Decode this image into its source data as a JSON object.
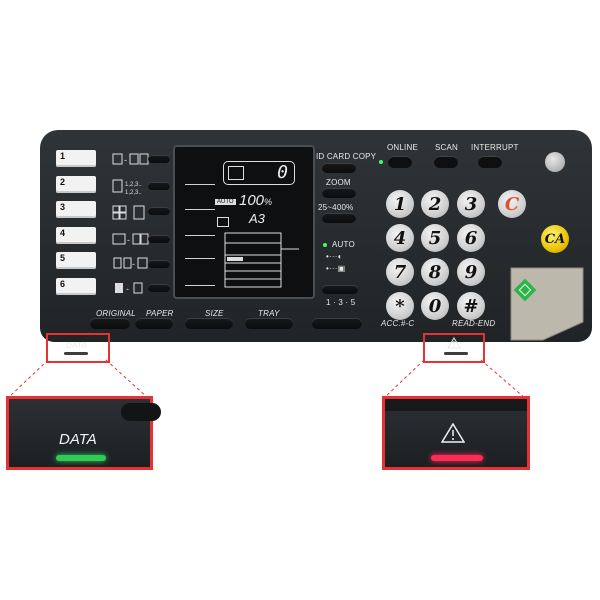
{
  "tray_numbers": [
    "1",
    "2",
    "3",
    "4",
    "5",
    "6"
  ],
  "display": {
    "copy_count": "0",
    "auto_label": "AUTO",
    "ratio": "100",
    "ratio_unit": "%",
    "paper_size": "A3"
  },
  "right_labels": {
    "id_card_copy": "ID CARD COPY",
    "zoom": "ZOOM",
    "zoom_range": "25~400%",
    "auto": "AUTO"
  },
  "top_buttons": {
    "online": "ONLINE",
    "scan": "SCAN",
    "interrupt": "INTERRUPT"
  },
  "keypad": {
    "keys": [
      "1",
      "2",
      "3",
      "4",
      "5",
      "6",
      "7",
      "8",
      "9",
      "*",
      "0",
      "#"
    ],
    "clear": "C",
    "clear_all": "CA",
    "acc_label": "ACC.#-C",
    "read_end_label": "READ-END"
  },
  "bottom_labels": {
    "original": "ORIGINAL",
    "paper": "PAPER",
    "size": "SIZE",
    "tray": "TRAY",
    "density_scale": "1 · 3 · 5"
  },
  "indicators": {
    "data_label": "DATA",
    "data_color": "#2ecc57",
    "error_color": "#ff2b55"
  },
  "colors": {
    "panel": "#25292c",
    "clear_key": "#e0512d",
    "clear_all_key": "#e9c300",
    "zoom_frame": "#e53333",
    "start_button": "#b7b3a6"
  }
}
